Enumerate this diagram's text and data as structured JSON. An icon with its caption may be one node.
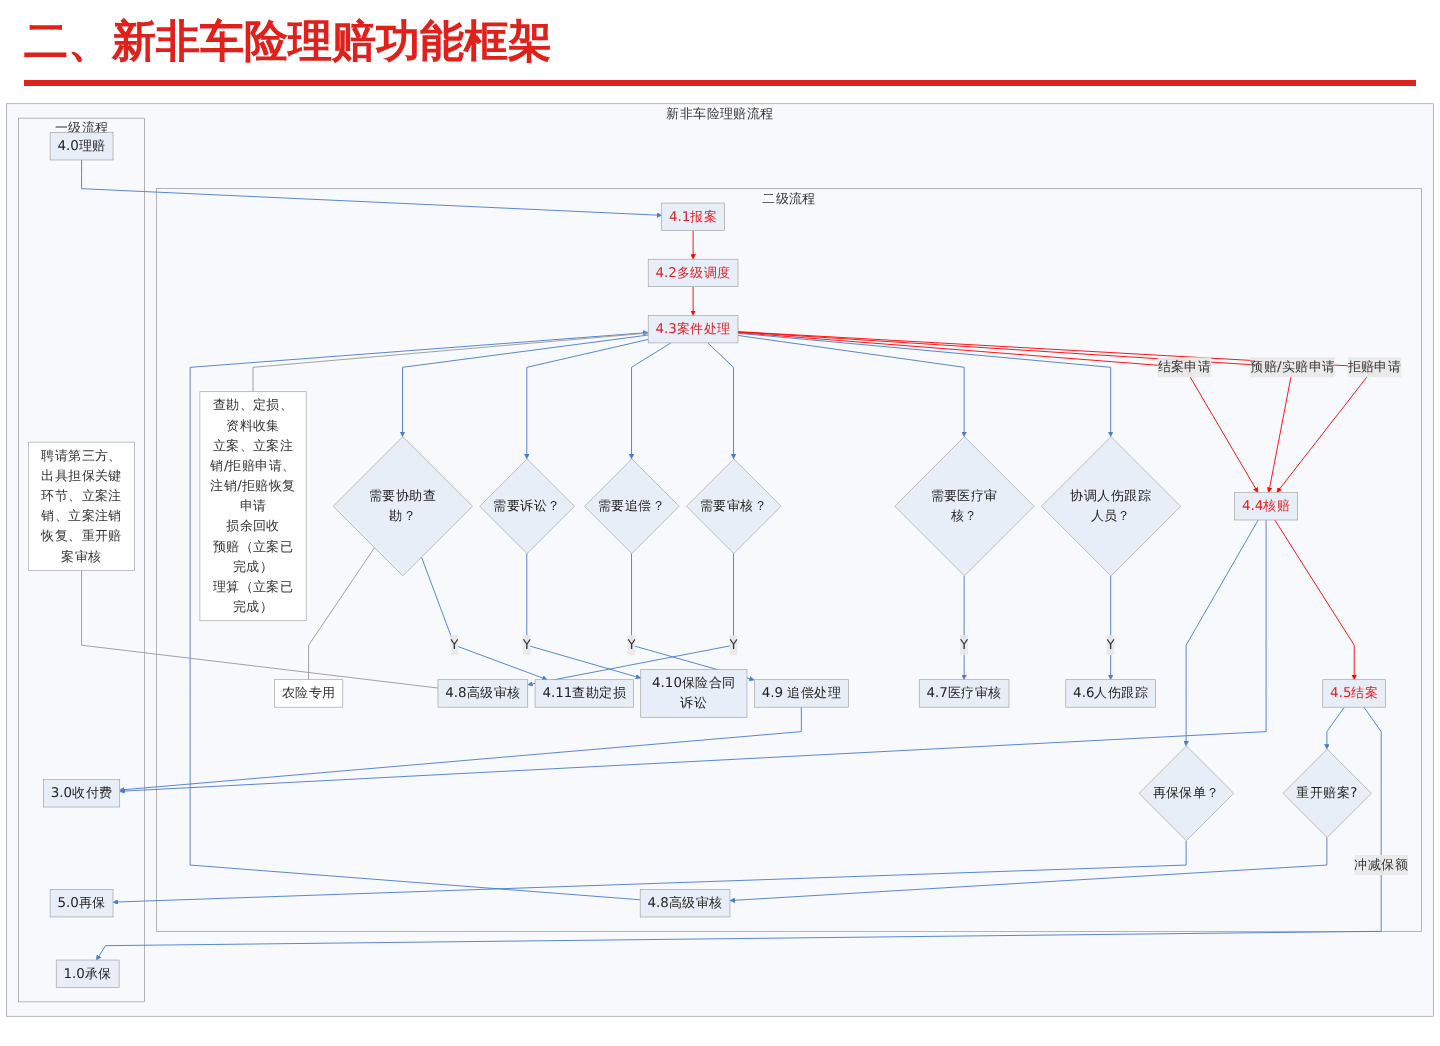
{
  "diagram": {
    "title": "二、新非车险理赔功能框架",
    "nodes": [
      {
        "text": [
          "新非车险理赔流程"
        ]
      },
      {
        "text": [
          "一级流程"
        ],
        "in": 0
      },
      {
        "text": [
          "二级流程"
        ],
        "in": 0
      },
      {
        "text": [
          "4.0理赔"
        ],
        "in": 1
      },
      {
        "text": [
          "3.0收付费"
        ],
        "in": 1
      },
      {
        "text": [
          "5.0再保"
        ],
        "in": 1
      },
      {
        "text": [
          "1.0承保"
        ],
        "in": 1
      },
      {
        "text": [
          "聘请第三方、出具担保关键环节、立案注销、立案注销恢复、重开赔案审核"
        ],
        "in": 1
      },
      {
        "text": [
          "4.1报案"
        ],
        "in": 2
      },
      {
        "text": [
          "4.2多级调度"
        ],
        "in": 2
      },
      {
        "text": [
          "4.3案件处理"
        ],
        "in": 2
      },
      {
        "text": [
          "4.4核赔"
        ],
        "in": 2
      },
      {
        "text": [
          "4.5结案"
        ],
        "in": 2
      },
      {
        "text": [
          "4.6人伤跟踪"
        ],
        "in": 2
      },
      {
        "text": [
          "4.7医疗审核"
        ],
        "in": 2
      },
      {
        "text": [
          "4.8高级审核"
        ],
        "in": 2
      },
      {
        "text": [
          "4.9 追偿处理"
        ],
        "in": 2
      },
      {
        "text": [
          "4.10保险合同诉讼"
        ],
        "in": 2
      },
      {
        "text": [
          "4.11查勘定损"
        ],
        "in": 2
      },
      {
        "text": [
          "协调人伤跟踪人员？"
        ],
        "in": 2
      },
      {
        "text": [
          "需要医疗审核？"
        ],
        "in": 2
      },
      {
        "text": [
          "需要审核？"
        ],
        "in": 2
      },
      {
        "text": [
          "需要追偿？"
        ],
        "in": 2
      },
      {
        "text": [
          "需要诉讼？"
        ],
        "in": 2
      },
      {
        "text": [
          "需要协助查勘？"
        ],
        "in": 2
      },
      {
        "text": [
          "再保保单？"
        ],
        "in": 2
      },
      {
        "text": [
          "重开赔案?"
        ],
        "in": 2
      },
      {
        "text": [
          "4.8高级审核"
        ],
        "in": 2
      },
      {
        "text": [
          "查勘、定损、资料收集",
          "立案、立案注销/拒赔申请、注销/拒赔恢复申请",
          "损余回收",
          "预赔（立案已完成）",
          "理算（立案已完成）"
        ],
        "in": 2
      },
      {
        "text": [
          "农险专用"
        ],
        "in": 2
      }
    ],
    "edges": [
      {
        "from": 3,
        "to": 8,
        "arrow": "to"
      },
      {
        "from": 8,
        "to": 9,
        "arrow": "to",
        "color": "#ff0000"
      },
      {
        "from": 9,
        "to": 10,
        "arrow": "to",
        "color": "#ff0000"
      },
      {
        "from": 10,
        "to": 11,
        "arrow": "to",
        "label": "拒赔申请",
        "color": "#ff0000"
      },
      {
        "from": 10,
        "to": 11,
        "arrow": "to",
        "label": "预赔/实赔申请",
        "color": "#ff0000"
      },
      {
        "from": 10,
        "to": 11,
        "arrow": "to",
        "label": "结案申请",
        "color": "#ff0000"
      },
      {
        "from": 11,
        "to": 12,
        "arrow": "to",
        "color": "#ff0000"
      },
      {
        "from": 10,
        "to": 19,
        "arrow": "to"
      },
      {
        "from": 10,
        "to": 20,
        "arrow": "to"
      },
      {
        "from": 10,
        "to": 21,
        "arrow": "to"
      },
      {
        "from": 10,
        "to": 22,
        "arrow": "to"
      },
      {
        "from": 10,
        "to": 23,
        "arrow": "to"
      },
      {
        "from": 10,
        "to": 24,
        "arrow": "to"
      },
      {
        "from": 19,
        "to": 13,
        "arrow": "to",
        "label": "Y"
      },
      {
        "from": 20,
        "to": 14,
        "arrow": "to",
        "label": "Y"
      },
      {
        "from": 21,
        "to": 15,
        "arrow": "to",
        "label": "Y"
      },
      {
        "from": 22,
        "to": 16,
        "arrow": "to",
        "label": "Y"
      },
      {
        "from": 23,
        "to": 17,
        "arrow": "to",
        "label": "Y"
      },
      {
        "from": 24,
        "to": 18,
        "arrow": "to",
        "label": "Y"
      },
      {
        "from": 16,
        "to": 4,
        "arrow": "to"
      },
      {
        "from": 11,
        "to": 4,
        "arrow": "to"
      },
      {
        "from": 11,
        "to": 25,
        "arrow": "to"
      },
      {
        "from": 25,
        "to": 5,
        "arrow": "to"
      },
      {
        "from": 12,
        "to": 6,
        "arrow": "to",
        "label": "冲减保额"
      },
      {
        "from": 12,
        "to": 26,
        "arrow": "to"
      },
      {
        "from": 26,
        "to": 27,
        "arrow": "to"
      },
      {
        "from": 27,
        "to": 10,
        "arrow": "to"
      },
      {
        "from": 7,
        "to": 15,
        "arrow": "none",
        "color": "#999999"
      },
      {
        "from": 10,
        "to": 28,
        "arrow": "none",
        "color": "#999999"
      },
      {
        "from": 24,
        "to": 29,
        "arrow": "none",
        "color": "#999999"
      }
    ]
  }
}
